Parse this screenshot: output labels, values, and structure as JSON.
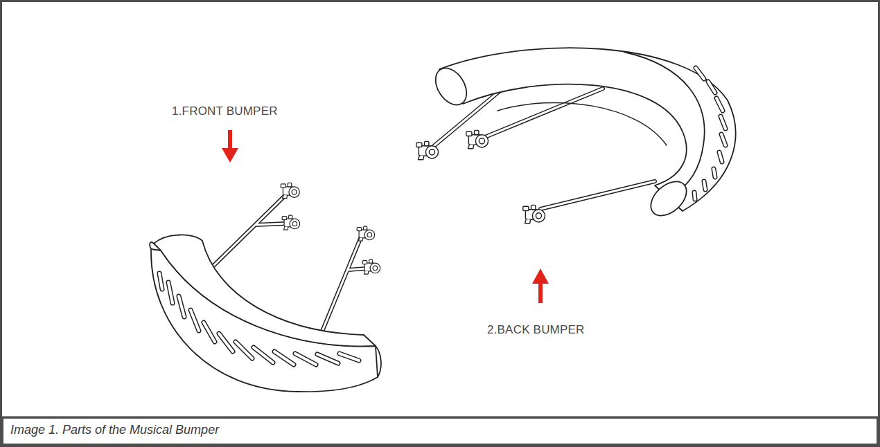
{
  "diagram": {
    "caption": "Image 1. Parts of the Musical Bumper",
    "labels": [
      "1.FRONT BUMPER",
      "2.BACK BUMPER"
    ]
  }
}
